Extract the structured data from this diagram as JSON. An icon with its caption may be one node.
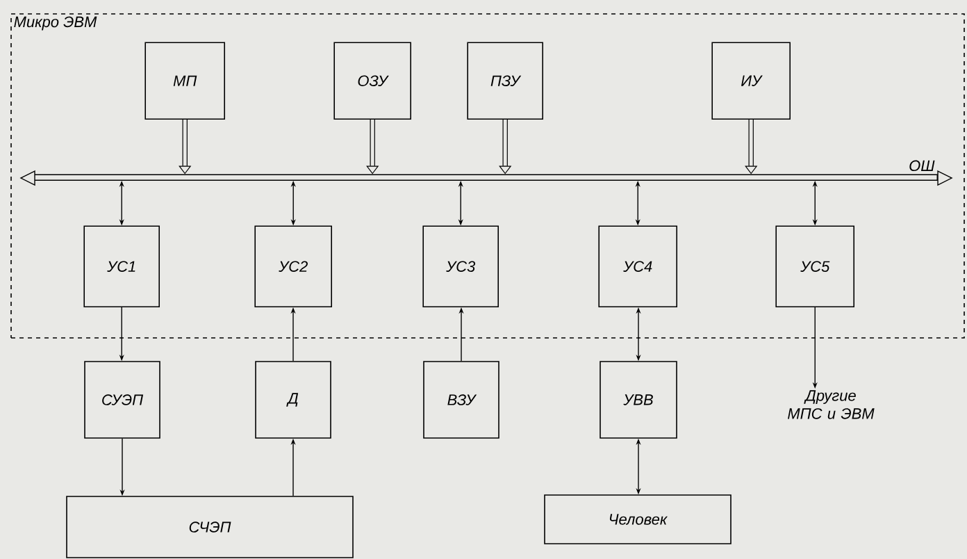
{
  "diagram": {
    "nodes": [
      {
        "text": [
          "Микро ЭВМ"
        ]
      },
      {
        "text": [
          "МП"
        ],
        "in": 0
      },
      {
        "text": [
          "ОЗУ"
        ],
        "in": 0
      },
      {
        "text": [
          "ПЗУ"
        ],
        "in": 0
      },
      {
        "text": [
          "ИУ"
        ],
        "in": 0
      },
      {
        "text": [
          "ОШ"
        ],
        "in": 0
      },
      {
        "text": [
          "УС1"
        ],
        "in": 0
      },
      {
        "text": [
          "УС2"
        ],
        "in": 0
      },
      {
        "text": [
          "УС3"
        ],
        "in": 0
      },
      {
        "text": [
          "УС4"
        ],
        "in": 0
      },
      {
        "text": [
          "УС5"
        ],
        "in": 0
      },
      {
        "text": [
          "СУЭП"
        ]
      },
      {
        "text": [
          "Д"
        ]
      },
      {
        "text": [
          "ВЗУ"
        ]
      },
      {
        "text": [
          "УВВ"
        ]
      },
      {
        "text": [
          "Другие МПС и ЭВМ"
        ]
      },
      {
        "text": [
          "СЧЭП"
        ]
      },
      {
        "text": [
          "Человек"
        ]
      }
    ],
    "edges": [
      {
        "from": 1,
        "to": 5,
        "arrow": "to",
        "style": "thick"
      },
      {
        "from": 2,
        "to": 5,
        "arrow": "to",
        "style": "thick"
      },
      {
        "from": 3,
        "to": 5,
        "arrow": "to",
        "style": "thick"
      },
      {
        "from": 4,
        "to": 5,
        "arrow": "to",
        "style": "thick"
      },
      {
        "from": 5,
        "to": 6,
        "arrow": "both"
      },
      {
        "from": 5,
        "to": 7,
        "arrow": "both"
      },
      {
        "from": 5,
        "to": 8,
        "arrow": "both"
      },
      {
        "from": 5,
        "to": 9,
        "arrow": "both"
      },
      {
        "from": 5,
        "to": 10,
        "arrow": "both"
      },
      {
        "from": 6,
        "to": 11,
        "arrow": "to"
      },
      {
        "from": 12,
        "to": 7,
        "arrow": "to"
      },
      {
        "from": 13,
        "to": 8,
        "arrow": "to"
      },
      {
        "from": 9,
        "to": 14,
        "arrow": "both"
      },
      {
        "from": 10,
        "to": 15,
        "arrow": "to"
      },
      {
        "from": 11,
        "to": 16,
        "arrow": "to"
      },
      {
        "from": 16,
        "to": 12,
        "arrow": "to"
      },
      {
        "from": 14,
        "to": 17,
        "arrow": "both"
      }
    ]
  }
}
